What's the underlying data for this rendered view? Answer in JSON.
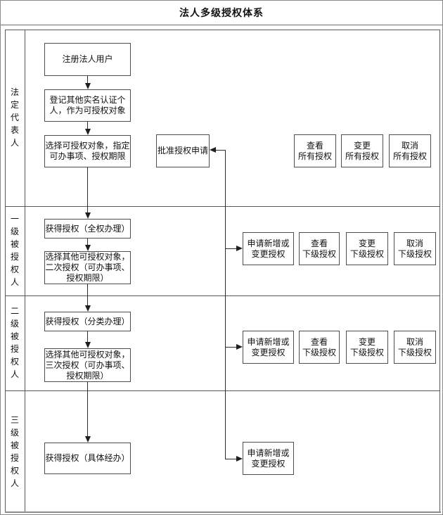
{
  "title": "法人多级授权体系",
  "lanes": {
    "lane1": {
      "label": "法定代表人",
      "register": "注册法人用户",
      "record": "登记其他实名认证个\n人，作为可授权对象",
      "choose": "选择可授权对象，指定\n可办事项、授权期限",
      "approve": "批准授权申请",
      "view_all": "查看\n所有授权",
      "change_all": "变更\n所有授权",
      "cancel_all": "取消\n所有授权"
    },
    "lane2": {
      "label": "一级被授权人",
      "get": "获得授权（全权办理）",
      "choose": "选择其他可授权对象，\n二次授权（可办事项、\n授权期限）",
      "apply": "申请新增或\n变更授权",
      "view_sub": "查看\n下级授权",
      "change_sub": "变更\n下级授权",
      "cancel_sub": "取消\n下级授权"
    },
    "lane3": {
      "label": "二级被授权人",
      "get": "获得授权（分类办理）",
      "choose": "选择其他可授权对象，\n三次授权（可办事项、\n授权期限）",
      "apply": "申请新增或\n变更授权",
      "view_sub": "查看\n下级授权",
      "change_sub": "变更\n下级授权",
      "cancel_sub": "取消\n下级授权"
    },
    "lane4": {
      "label": "三级被授权人",
      "get": "获得授权（具体经办）",
      "apply": "申请新增或\n变更授权"
    }
  },
  "colors": {
    "line": "#2b2b2b",
    "box_border": "#4d4d4d",
    "frame_border": "#5a5a5a",
    "outer_border": "#8a8a8a",
    "bottom_bar": "#8c8c8c"
  }
}
